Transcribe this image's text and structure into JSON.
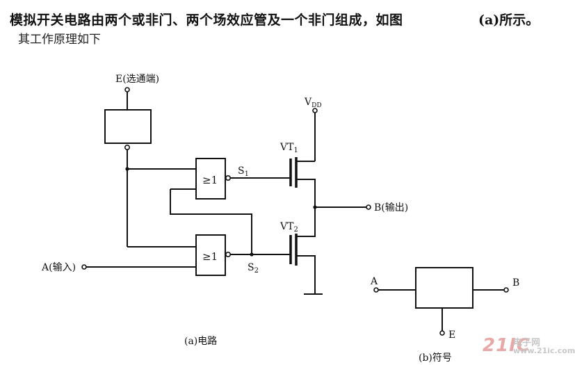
{
  "intro": {
    "text": "模拟开关电路由两个或非门、两个场效应管及一个非门组成，如图",
    "text_right": "(a)所示。",
    "cutoff_line": "其工作原理如下"
  },
  "circuit": {
    "gate1_label": "≥1",
    "gate2_label": "≥1",
    "select_pin_label": "E(选通端)",
    "vdd_label": "V",
    "vdd_sub": "DD",
    "vt1_label": "VT",
    "vt1_sub": "1",
    "vt2_label": "VT",
    "vt2_sub": "2",
    "s1_label": "S",
    "s1_sub": "1",
    "s2_label": "S",
    "s2_sub": "2",
    "input_label": "A(输入)",
    "output_label": "B(输出)",
    "caption": "(a)电路"
  },
  "symbol": {
    "pin_a": "A",
    "pin_b": "B",
    "pin_e": "E",
    "caption": "(b)符号"
  },
  "watermark": {
    "logo": "21IC",
    "cn": "电子网",
    "url": "www.21ic.com"
  }
}
